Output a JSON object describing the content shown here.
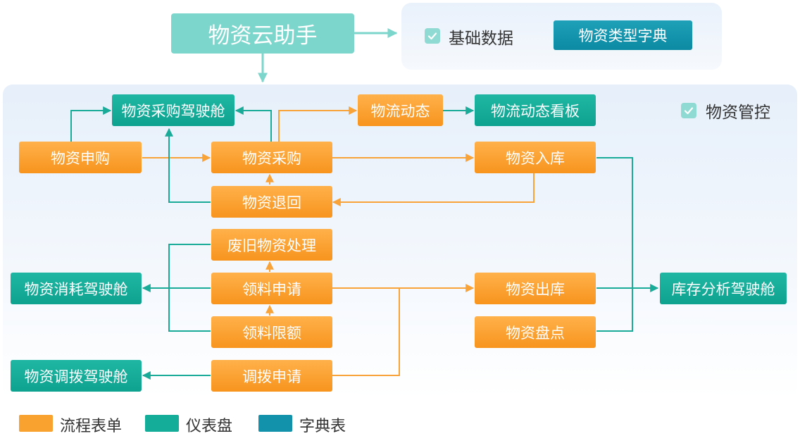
{
  "root": {
    "label": "物资云助手"
  },
  "groups": {
    "basic_data": {
      "label": "基础数据"
    },
    "material_control": {
      "label": "物资管控"
    }
  },
  "nodes": {
    "material_type_dict": "物资类型字典",
    "procurement_cockpit": "物资采购驾驶舱",
    "logistics_dynamics": "物流动态",
    "logistics_board": "物流动态看板",
    "material_request": "物资申购",
    "material_purchase": "物资采购",
    "material_inbound": "物资入库",
    "material_return": "物资退回",
    "scrap_handling": "废旧物资处理",
    "consumption_cockpit": "物资消耗驾驶舱",
    "requisition_apply": "领料申请",
    "material_outbound": "物资出库",
    "inventory_cockpit": "库存分析驾驶舱",
    "requisition_limit": "领料限额",
    "material_stocktake": "物资盘点",
    "transfer_cockpit": "物资调拨驾驶舱",
    "transfer_apply": "调拨申请"
  },
  "legend": [
    {
      "label": "流程表单",
      "color": "#f9a22f"
    },
    {
      "label": "仪表盘",
      "color": "#14ad99"
    },
    {
      "label": "字典表",
      "color": "#1393ab"
    }
  ],
  "colors": {
    "orange": "#f9a22f",
    "teal": "#14ad99",
    "dict": "#1393ab",
    "root": "#7dd6cc",
    "check": "#8fdad2",
    "orange_line": "#f7a33a",
    "teal_line": "#1aaa98"
  },
  "icons": {
    "check": "check-icon"
  }
}
